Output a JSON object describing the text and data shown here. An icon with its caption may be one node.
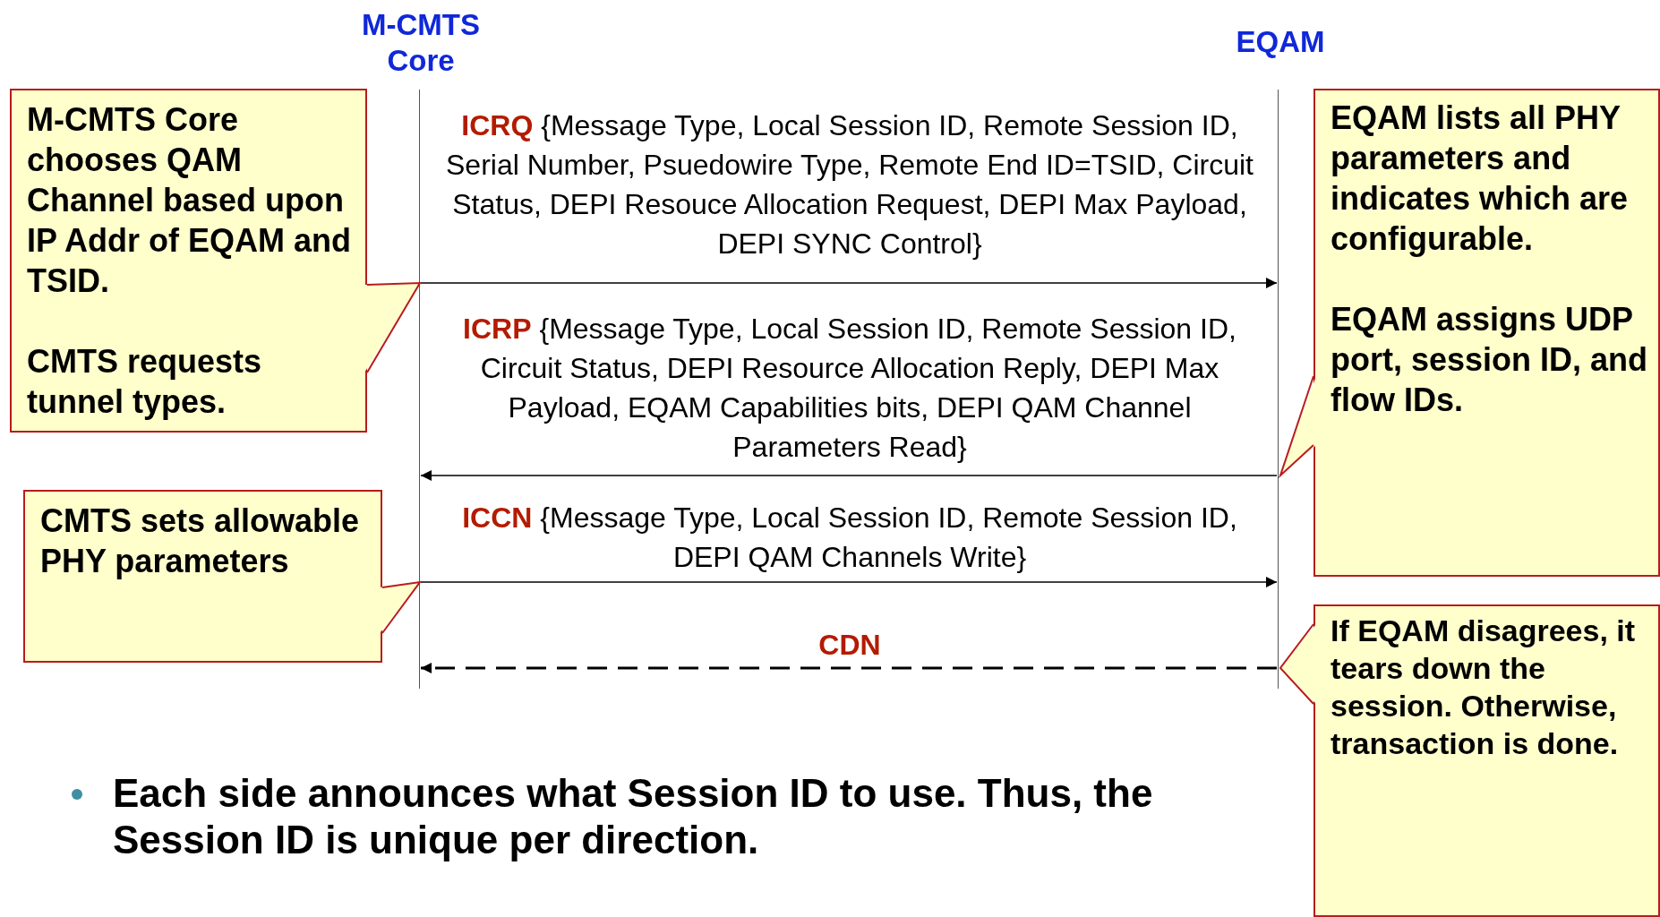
{
  "diagram": {
    "nodes": [
      {
        "text": [],
        "shape": "line",
        "beside": [
          "M-CMTS Core"
        ]
      },
      {
        "text": [],
        "shape": "line",
        "beside": [
          "EQAM"
        ]
      },
      {
        "text": [
          "M-CMTS Core chooses QAM Channel based upon IP Addr of EQAM and TSID.",
          "CMTS requests tunnel types."
        ]
      },
      {
        "text": [
          "EQAM lists all PHY parameters and indicates which are configurable.",
          "EQAM assigns UDP port, session ID, and flow IDs."
        ]
      },
      {
        "text": [
          "CMTS sets allowable PHY parameters"
        ]
      },
      {
        "text": [
          "If EQAM disagrees, it tears down the session. Otherwise, transaction is done."
        ]
      }
    ],
    "edges": [
      {
        "from": 0,
        "to": 1,
        "arrow": "to",
        "label": "**ICRQ** {Message Type, Local Session ID, Remote Session ID, Serial Number, Psuedowire Type, Remote End ID=TSID, Circuit Status, DEPI Resouce Allocation Request, DEPI Max Payload, DEPI SYNC Control}"
      },
      {
        "from": 1,
        "to": 0,
        "arrow": "to",
        "label": "**ICRP** {Message Type, Local Session ID, Remote Session ID, Circuit Status, DEPI Resource Allocation Reply, DEPI Max Payload, EQAM Capabilities bits, DEPI QAM Channel Parameters Read}"
      },
      {
        "from": 0,
        "to": 1,
        "arrow": "to",
        "label": "**ICCN** {Message Type, Local Session ID, Remote Session ID, DEPI QAM Channels Write}"
      },
      {
        "from": 1,
        "to": 0,
        "arrow": "to",
        "label": "**CDN**",
        "style": "dashed"
      }
    ],
    "labels": [
      "Each side announces what Session ID to use. Thus, the Session ID is unique per direction."
    ]
  }
}
